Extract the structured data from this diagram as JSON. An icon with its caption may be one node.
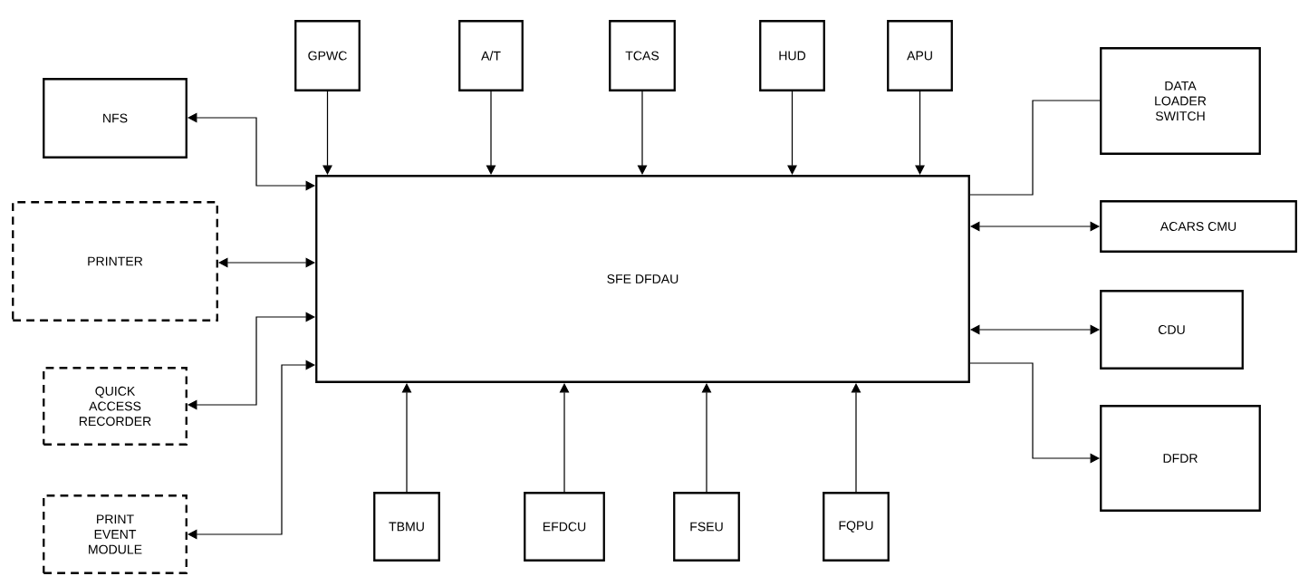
{
  "diagram": {
    "nodes": [
      {
        "text": [
          "GPWC"
        ]
      },
      {
        "text": [
          "A/T"
        ]
      },
      {
        "text": [
          "TCAS"
        ]
      },
      {
        "text": [
          "HUD"
        ]
      },
      {
        "text": [
          "APU"
        ]
      },
      {
        "text": [
          "NFS"
        ]
      },
      {
        "text": [
          "DATA LOADER SWITCH"
        ]
      },
      {
        "text": [
          "SFE DFDAU"
        ]
      },
      {
        "text": [
          "ACARS CMU"
        ]
      },
      {
        "text": [
          "PRINTER"
        ]
      },
      {
        "text": [
          "CDU"
        ]
      },
      {
        "text": [
          "QUICK ACCESS RECORDER"
        ]
      },
      {
        "text": [
          "DFDR"
        ]
      },
      {
        "text": [
          "PRINT EVENT MODULE"
        ]
      },
      {
        "text": [
          "TBMU"
        ]
      },
      {
        "text": [
          "EFDCU"
        ]
      },
      {
        "text": [
          "FSEU"
        ]
      },
      {
        "text": [
          "FQPU"
        ]
      }
    ],
    "edges": [
      {
        "from": 0,
        "to": 7,
        "arrow": "to"
      },
      {
        "from": 1,
        "to": 7,
        "arrow": "to"
      },
      {
        "from": 2,
        "to": 7,
        "arrow": "to"
      },
      {
        "from": 3,
        "to": 7,
        "arrow": "to"
      },
      {
        "from": 4,
        "to": 7,
        "arrow": "to"
      },
      {
        "from": 7,
        "to": 5,
        "arrow": "both"
      },
      {
        "from": 7,
        "to": 6,
        "arrow": "none"
      },
      {
        "from": 7,
        "to": 8,
        "arrow": "both"
      },
      {
        "from": 7,
        "to": 9,
        "arrow": "both"
      },
      {
        "from": 7,
        "to": 10,
        "arrow": "both"
      },
      {
        "from": 7,
        "to": 11,
        "arrow": "both"
      },
      {
        "from": 7,
        "to": 12,
        "arrow": "to"
      },
      {
        "from": 7,
        "to": 13,
        "arrow": "both"
      },
      {
        "from": 14,
        "to": 7,
        "arrow": "to"
      },
      {
        "from": 15,
        "to": 7,
        "arrow": "to"
      },
      {
        "from": 16,
        "to": 7,
        "arrow": "to"
      },
      {
        "from": 17,
        "to": 7,
        "arrow": "to"
      }
    ]
  }
}
